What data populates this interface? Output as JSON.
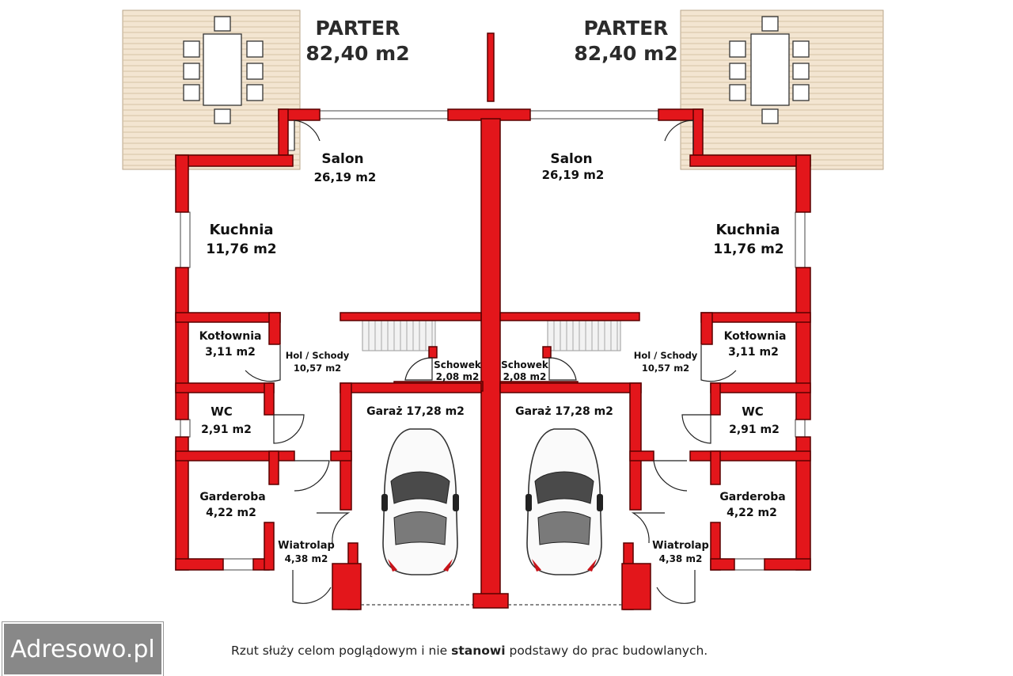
{
  "units": [
    {
      "floor_title": "PARTER",
      "floor_area": "82,40 m2",
      "rooms": {
        "salon": {
          "name": "Salon",
          "area": "26,19 m2"
        },
        "kuchnia": {
          "name": "Kuchnia",
          "area": "11,76 m2"
        },
        "kotlownia": {
          "name": "Kotłownia",
          "area": "3,11 m2"
        },
        "hol": {
          "name": "Hol / Schody",
          "area": "10,57 m2"
        },
        "schowek": {
          "name": "Schowek",
          "area": "2,08 m2"
        },
        "garaz": {
          "name": "Garaż 17,28 m2"
        },
        "wc": {
          "name": "WC",
          "area": "2,91 m2"
        },
        "garderoba": {
          "name": "Garderoba",
          "area": "4,22 m2"
        },
        "wiatrolap": {
          "name": "Wiatrolap",
          "area": "4,38 m2"
        }
      }
    },
    {
      "floor_title": "PARTER",
      "floor_area": "82,40 m2",
      "rooms": {
        "salon": {
          "name": "Salon",
          "area": "26,19 m2"
        },
        "kuchnia": {
          "name": "Kuchnia",
          "area": "11,76 m2"
        },
        "kotlownia": {
          "name": "Kotłownia",
          "area": "3,11 m2"
        },
        "hol": {
          "name": "Hol / Schody",
          "area": "10,57 m2"
        },
        "schowek": {
          "name": "Schowek",
          "area": "2,08 m2"
        },
        "garaz": {
          "name": "Garaż 17,28 m2"
        },
        "wc": {
          "name": "WC",
          "area": "2,91 m2"
        },
        "garderoba": {
          "name": "Garderoba",
          "area": "4,22 m2"
        },
        "wiatrolap": {
          "name": "Wiatrolap",
          "area": "4,38 m2"
        }
      }
    }
  ],
  "disclaimer": {
    "before": "Rzut służy celom poglądowym i nie ",
    "bold": "stanowi",
    "after": " podstawy do prac budowlanych."
  },
  "watermark": "Adresowo.pl",
  "colors": {
    "wall": "#e3161b",
    "deck": "#f3e5d1",
    "background": "#ffffff"
  }
}
